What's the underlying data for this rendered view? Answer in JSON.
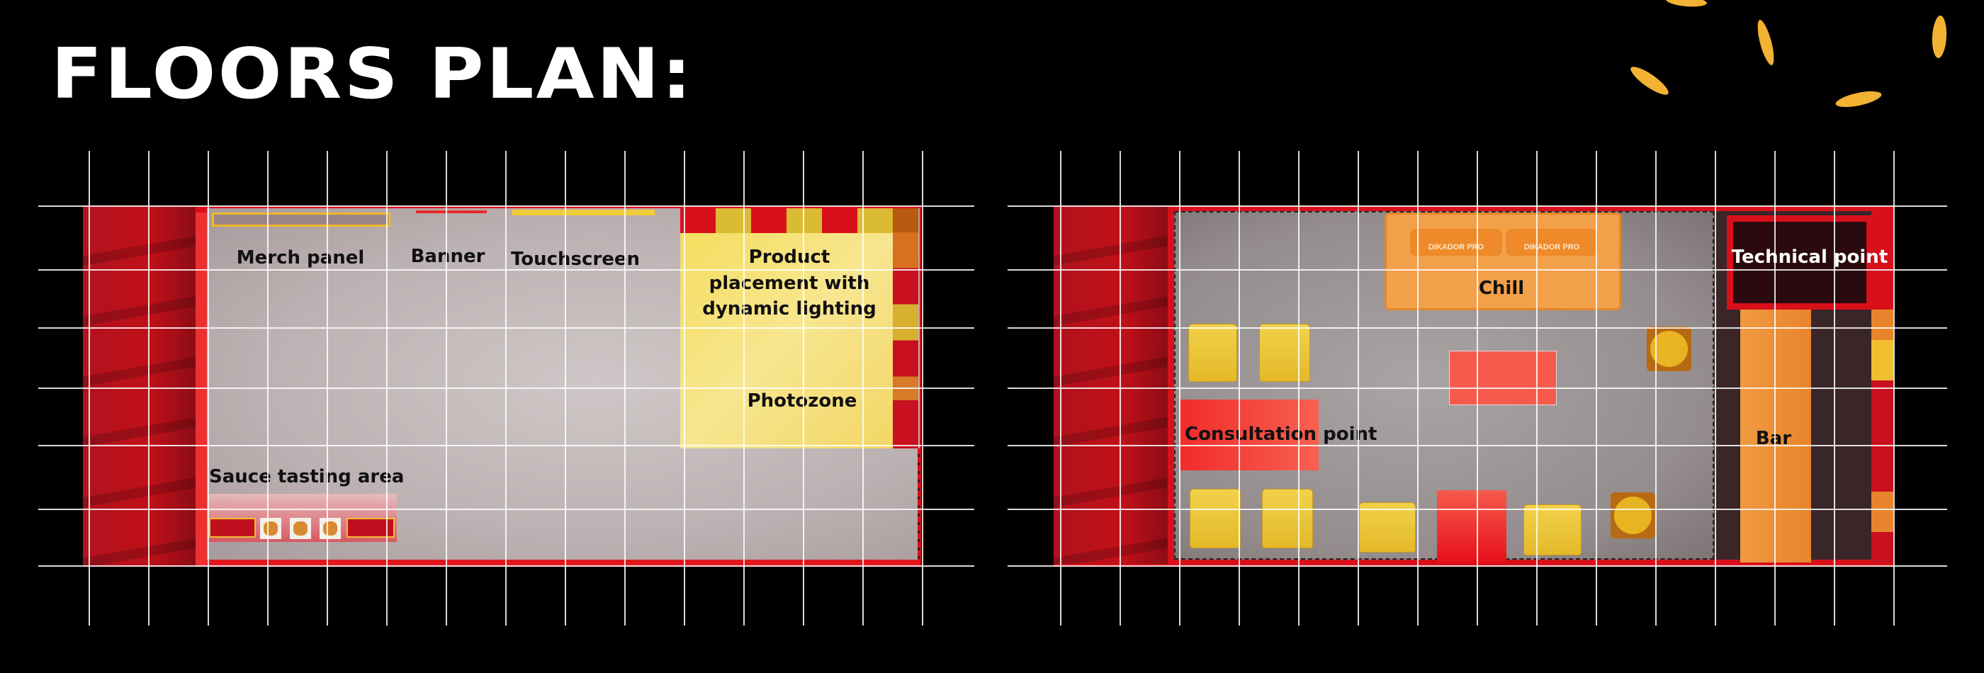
{
  "title": "FLOORS PLAN:",
  "plan_left": {
    "labels": {
      "merch_panel": "Merch panel",
      "banner": "Banner",
      "touchscreen": "Touchscreen",
      "product_line1": "Product",
      "product_line2": "placement with",
      "product_line3": "dynamic lighting",
      "photozone": "Photozone",
      "sauce_tasting": "Sauce tasting area"
    }
  },
  "plan_right": {
    "labels": {
      "chill": "Chill",
      "technical_point": "Technical point",
      "consultation_point": "Consultation point",
      "bar": "Bar",
      "sofa_brand": "DIKADOR PRO"
    }
  },
  "colors": {
    "red": "#d8101a",
    "yellow": "#f5dc6e",
    "orange": "#f0973a",
    "grid": "#ffffff",
    "seed": "#f2b233"
  }
}
